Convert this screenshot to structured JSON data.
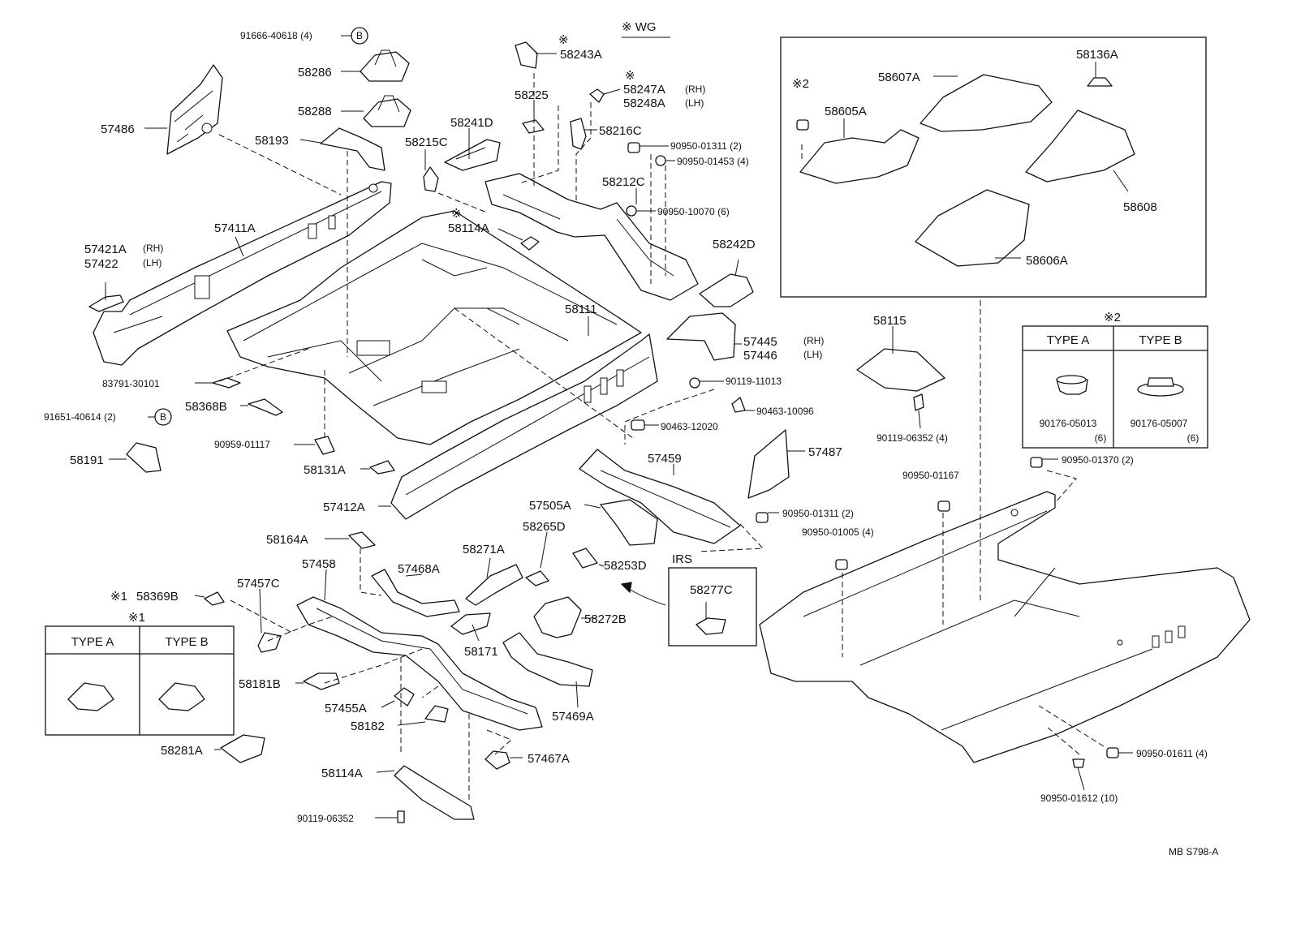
{
  "diagram": {
    "code": "MB  S798-A",
    "wg_note": "※ WG",
    "labels": {
      "l91666": "91666-40618 (4)",
      "l58286": "58286",
      "l58288": "58288",
      "l57486": "57486",
      "l58193": "58193",
      "l58243A": "58243A",
      "l58225": "58225",
      "l58247A": "58247A",
      "l58248A": "58248A",
      "rh": "(RH)",
      "lh": "(LH)",
      "l58241D": "58241D",
      "l58216C": "58216C",
      "l58215C": "58215C",
      "l90950_01311a": "90950-01311 (2)",
      "l90950_01453": "90950-01453 (4)",
      "l58212C": "58212C",
      "l90950_10070": "90950-10070 (6)",
      "l58114A_top": "58114A",
      "l57411A": "57411A",
      "l57421A": "57421A",
      "l57422": "57422",
      "l58242D": "58242D",
      "l58111": "58111",
      "l57445": "57445",
      "l57446": "57446",
      "l83791": "83791-30101",
      "l90119_11013": "90119-11013",
      "l58368B": "58368B",
      "l90463_10096": "90463-10096",
      "l91651": "91651-40614 (2)",
      "l90463_12020": "90463-12020",
      "l90959": "90959-01117",
      "l58191": "58191",
      "l58131A": "58131A",
      "l57459": "57459",
      "l57487": "57487",
      "l57412A": "57412A",
      "l57505A": "57505A",
      "l90950_01311b": "90950-01311 (2)",
      "l58164A": "58164A",
      "l58265D": "58265D",
      "l58271A": "58271A",
      "l57458": "57458",
      "l57468A": "57468A",
      "l58253D": "58253D",
      "irs": "IRS",
      "l58277C": "58277C",
      "l58369B": "58369B",
      "l57457C": "57457C",
      "l58272B": "58272B",
      "l58171": "58171",
      "l58181B": "58181B",
      "l57455A": "57455A",
      "l58182": "58182",
      "l57469A": "57469A",
      "l58281A": "58281A",
      "l57467A": "57467A",
      "l58114A_bot": "58114A",
      "l90119_06352_bot": "90119-06352",
      "l58607A": "58607A",
      "l58136A": "58136A",
      "l58605A": "58605A",
      "l58608": "58608",
      "l58606A": "58606A",
      "l58115": "58115",
      "l90119_06352_r": "90119-06352 (4)",
      "l90950_01167": "90950-01167",
      "l90950_01005": "90950-01005 (4)",
      "l90950_01370": "90950-01370 (2)",
      "l90950_01611": "90950-01611 (4)",
      "l90950_01612": "90950-01612 (10)",
      "mark1_label": "※1",
      "mark2_label": "※2",
      "mark2_top": "※2",
      "mark_ref": "※",
      "b_mark": "B"
    },
    "type_table_1": {
      "marker": "※1",
      "type_a": "TYPE  A",
      "type_b": "TYPE  B"
    },
    "type_table_2": {
      "marker": "※2",
      "type_a": "TYPE  A",
      "type_b": "TYPE  B",
      "part_a": "90176-05013",
      "qty_a": "(6)",
      "part_b": "90176-05007",
      "qty_b": "(6)"
    }
  }
}
